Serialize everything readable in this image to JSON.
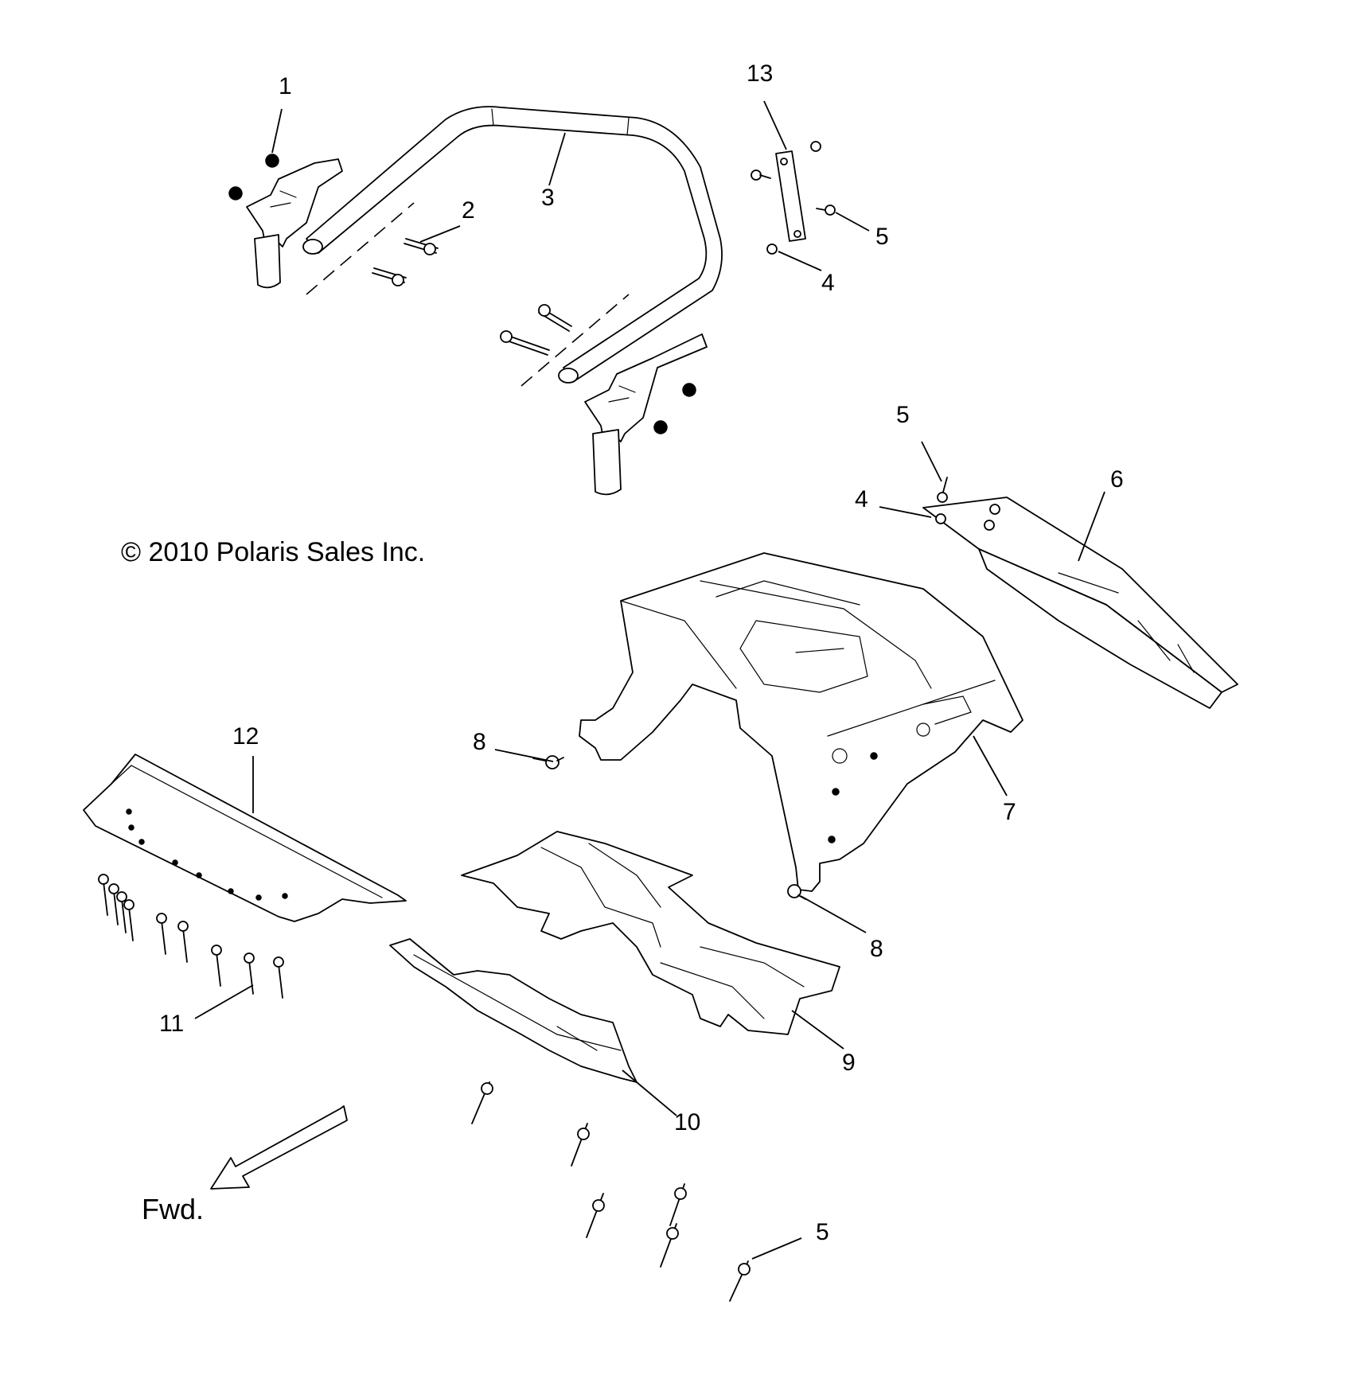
{
  "copyright": "© 2010 Polaris Sales Inc.",
  "direction_label": "Fwd.",
  "callouts": {
    "c1": "1",
    "c2": "2",
    "c3": "3",
    "c4a": "4",
    "c4b": "4",
    "c5a": "5",
    "c5b": "5",
    "c5c": "5",
    "c6": "6",
    "c7": "7",
    "c8a": "8",
    "c8b": "8",
    "c9": "9",
    "c10": "10",
    "c11": "11",
    "c12": "12",
    "c13": "13"
  }
}
